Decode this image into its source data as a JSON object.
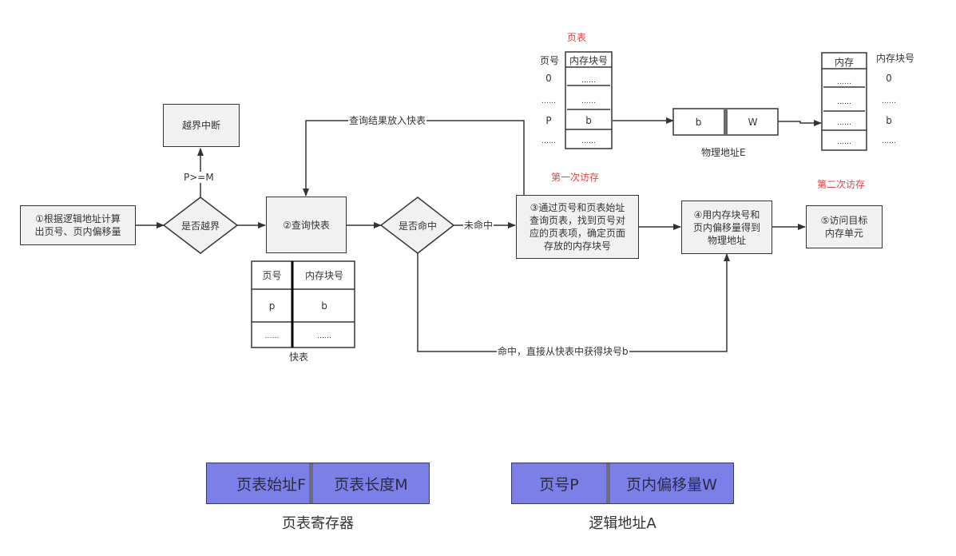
{
  "flow": {
    "step1": "①根据逻辑地址计算\n出页号、页内偏移量",
    "decision_bound": "是否越界",
    "bound_interrupt": "越界中断",
    "bound_condition": "P>=M",
    "step2": "②查询快表",
    "decision_hit": "是否命中",
    "miss_label": "未命中",
    "step3": "③通过页号和页表始址\n查询页表，找到页号对\n应的页表项，确定页面\n存放的内存块号",
    "feedback_label": "查询结果放入快表",
    "hit_label": "命中，直接从快表中获得块号b",
    "step4": "④用内存块号和\n页内偏移量得到\n物理地址",
    "step5": "⑤访问目标\n内存单元",
    "first_access": "第一次访存",
    "second_access": "第二次访存"
  },
  "tlb": {
    "caption": "快表",
    "headers": [
      "页号",
      "内存块号"
    ],
    "rows": [
      [
        "p",
        "b"
      ],
      [
        "……",
        "……"
      ]
    ]
  },
  "page_table": {
    "title": "页表",
    "page_no_header": "页号",
    "block_header": "内存块号",
    "page_numbers": [
      "0",
      "……",
      "P",
      "……"
    ],
    "blocks": [
      "……",
      "……",
      "b",
      "……"
    ],
    "highlight_index": 2
  },
  "physical_address": {
    "caption": "物理地址E",
    "block": "b",
    "offset": "W"
  },
  "memory": {
    "header": "内存",
    "block_no_header": "内存块号",
    "cells": [
      "……",
      "……",
      "……",
      "……"
    ],
    "block_numbers": [
      "0",
      "……",
      "b",
      "……"
    ],
    "highlight_index": 2
  },
  "page_table_register": {
    "caption": "页表寄存器",
    "left": "页表始址F",
    "right": "页表长度M"
  },
  "logical_address": {
    "caption": "逻辑地址A",
    "left": "页号P",
    "right": "页内偏移量W"
  },
  "colors": {
    "accent_red": "#e04343",
    "register_fill": "#7a80e8",
    "node_fill": "#f1f1f1"
  }
}
